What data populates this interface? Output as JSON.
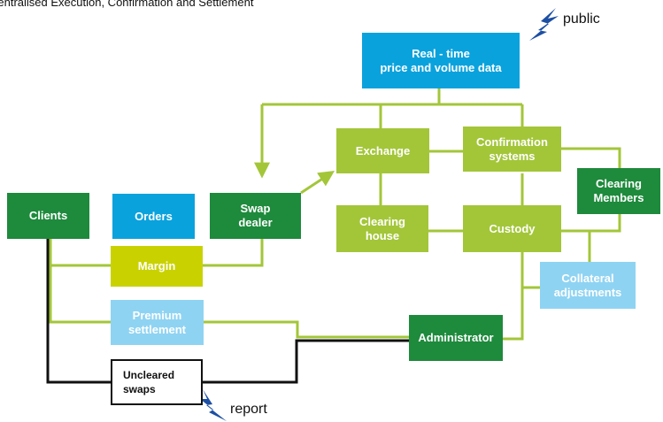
{
  "title": "Centralised Execution, Confirmation and Settlement",
  "colors": {
    "dark_green": "#1e8a3c",
    "light_green": "#a3c639",
    "blue": "#0aa2dd",
    "light_blue": "#8fd3f2",
    "yellow_green": "#c9d200",
    "line_green": "#a3c639",
    "line_black": "#111111",
    "lightning": "#1d4fa3"
  },
  "nodes": {
    "realtime": "Real - time\nprice and volume data",
    "exchange": "Exchange",
    "confirmation": "Confirmation\nsystems",
    "clearing_members": "Clearing\nMembers",
    "clients": "Clients",
    "orders": "Orders",
    "swap_dealer": "Swap\ndealer",
    "clearing_house": "Clearing\nhouse",
    "custody": "Custody",
    "margin": "Margin",
    "collateral": "Collateral\nadjustments",
    "premium": "Premium\nsettlement",
    "administrator": "Administrator",
    "uncleared": "Uncleared\nswaps"
  },
  "labels": {
    "public": "public",
    "report": "report"
  },
  "icons": [
    "lightning-icon",
    "lightning-icon"
  ]
}
